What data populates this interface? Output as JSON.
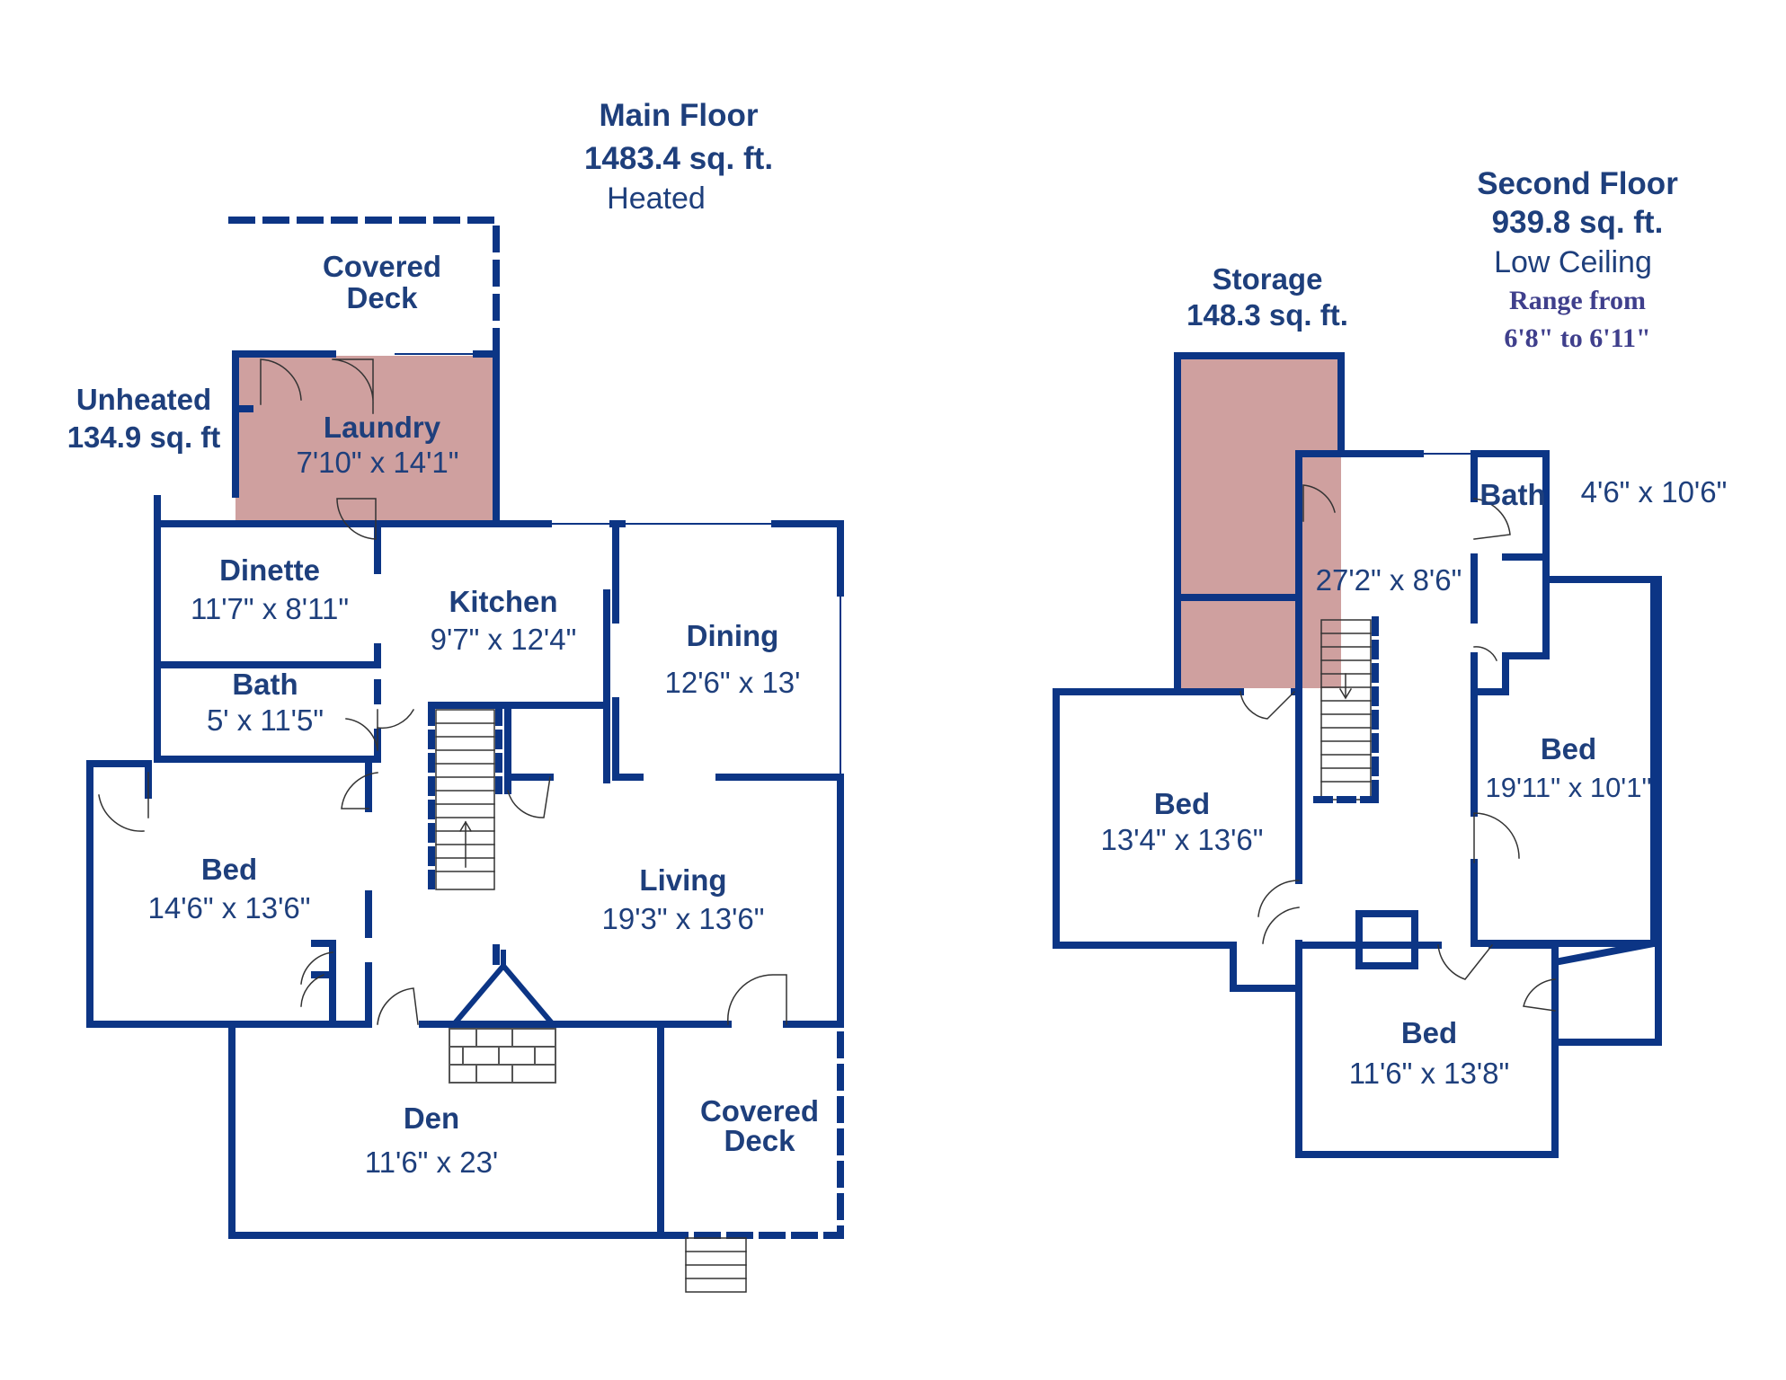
{
  "colors": {
    "wall": "#0c3585",
    "text": "#1e3f7c",
    "unheated_fill": "#cfa09f",
    "range_text": "#3f3f8c"
  },
  "main_floor": {
    "title": "Main Floor",
    "area": "1483.4 sq. ft.",
    "note": "Heated",
    "unheated": {
      "label": "Unheated",
      "area": "134.9 sq. ft"
    },
    "rooms": {
      "covered_deck_top": {
        "name": "Covered\nDeck"
      },
      "laundry": {
        "name": "Laundry",
        "size": "7'10\" x 14'1\""
      },
      "dinette": {
        "name": "Dinette",
        "size": "11'7\" x 8'11\""
      },
      "kitchen": {
        "name": "Kitchen",
        "size": "9'7\" x 12'4\""
      },
      "dining": {
        "name": "Dining",
        "size": "12'6\" x 13'"
      },
      "bath": {
        "name": "Bath",
        "size": "5' x 11'5\""
      },
      "bed": {
        "name": "Bed",
        "size": "14'6\" x 13'6\""
      },
      "living": {
        "name": "Living",
        "size": "19'3\" x 13'6\""
      },
      "den": {
        "name": "Den",
        "size": "11'6\" x 23'"
      },
      "covered_deck_bottom": {
        "name": "Covered\nDeck"
      }
    }
  },
  "second_floor": {
    "title": "Second Floor",
    "area": "939.8 sq. ft.",
    "note": "Low Ceiling",
    "range_line1": "Range from",
    "range_line2": "6'8\" to 6'11\"",
    "storage": {
      "name": "Storage",
      "area": "148.3 sq. ft."
    },
    "rooms": {
      "hall": {
        "size": "27'2\" x 8'6\""
      },
      "bath": {
        "name": "Bath",
        "size": "4'6\" x 10'6\""
      },
      "bed_left": {
        "name": "Bed",
        "size": "13'4\" x 13'6\""
      },
      "bed_right": {
        "name": "Bed",
        "size": "19'11\" x 10'1\""
      },
      "bed_bottom": {
        "name": "Bed",
        "size": "11'6\" x 13'8\""
      }
    }
  }
}
